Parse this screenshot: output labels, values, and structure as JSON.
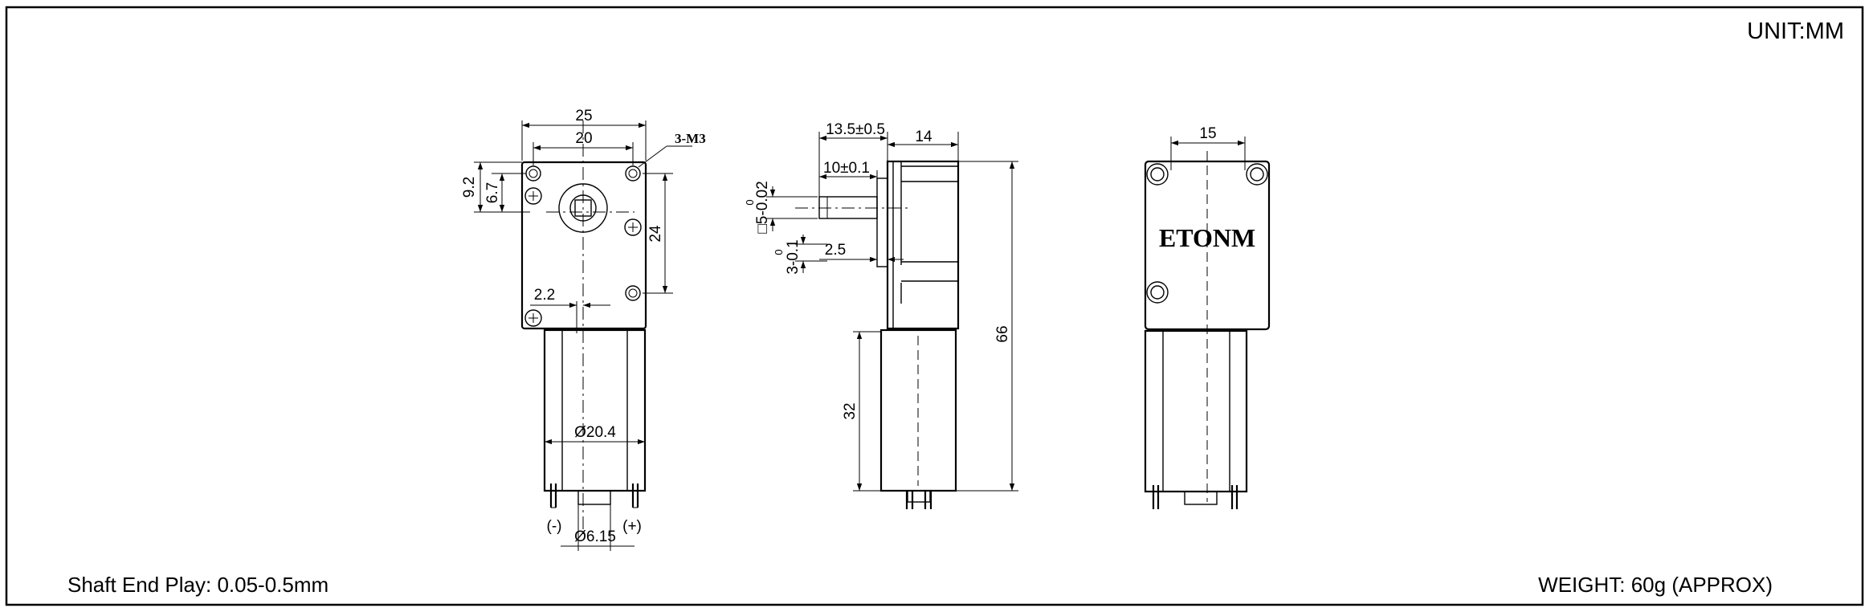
{
  "unit_label": "UNIT:MM",
  "shaft_end_play": "Shaft End Play: 0.05-0.5mm",
  "weight": "WEIGHT: 60g (APPROX)",
  "brand": "ETONM",
  "front_view": {
    "width_25": "25",
    "hole_spacing_20": "20",
    "thread_callout": "3-M3",
    "offset_9_2": "9.2",
    "offset_6_7": "6.7",
    "height_24": "24",
    "offset_2_2": "2.2",
    "motor_dia": "Ø20.4",
    "minus_terminal": "(-)",
    "plus_terminal": "(+)",
    "boss_dia": "Ø6.15"
  },
  "side_view": {
    "dim_13_5": "13.5±0.5",
    "dim_14": "14",
    "dim_10": "10±0.1",
    "shaft_square_sup": "0",
    "shaft_square": "□5-0.02",
    "flat_sup": "0",
    "flat": "3-0.1",
    "dim_2_5": "2.5",
    "total_66": "66",
    "motor_32": "32"
  },
  "rear_view": {
    "dim_15": "15"
  }
}
